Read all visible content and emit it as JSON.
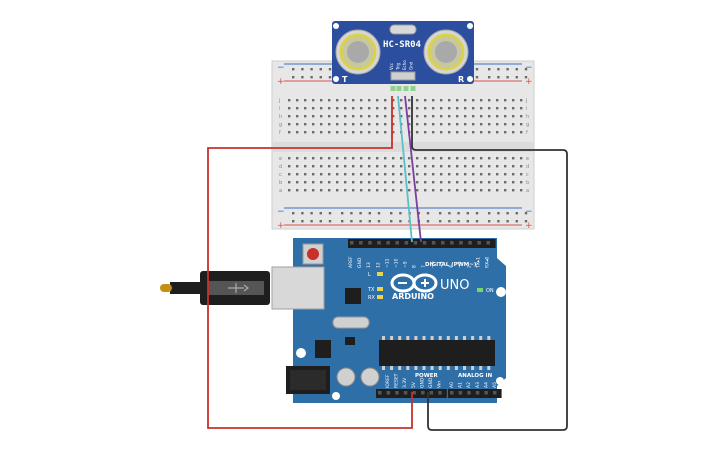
{
  "sensor": {
    "model": "HC-SR04",
    "left_mark": "T",
    "right_mark": "R",
    "pins": [
      "Vcc",
      "Trig",
      "Echo",
      "Gnd"
    ],
    "board_color": "#2b4f9e"
  },
  "breadboard": {
    "rail_plus": "+",
    "rail_minus": "−",
    "row_letters_top": [
      "j",
      "i",
      "h",
      "g",
      "f"
    ],
    "row_letters_bottom": [
      "e",
      "d",
      "c",
      "b",
      "a"
    ],
    "columns": 30
  },
  "arduino": {
    "brand": "ARDUINO",
    "model": "UNO",
    "digital_label": "DIGITAL (PWM~)",
    "power_label": "POWER",
    "analog_label": "ANALOG IN",
    "on_label": "ON",
    "led_labels": [
      "L",
      "TX",
      "RX"
    ],
    "digital_pins": [
      "AREF",
      "GND",
      "13",
      "12",
      "~11",
      "~10",
      "~9",
      "8",
      "7",
      "~6",
      "~5",
      "4",
      "~3",
      "2",
      "TX▸1",
      "RX◂0"
    ],
    "power_pins": [
      "IOREF",
      "RESET",
      "3.3V",
      "5V",
      "GND",
      "GND",
      "Vin"
    ],
    "analog_pins": [
      "A0",
      "A1",
      "A2",
      "A3",
      "A4",
      "A5"
    ],
    "board_color": "#2f6fa8"
  },
  "wires": [
    {
      "name": "vcc-to-5v",
      "color": "#c9302c"
    },
    {
      "name": "trig-to-pin-10",
      "color": "#5bc0c8"
    },
    {
      "name": "echo-to-pin-9",
      "color": "#7b3f9e"
    },
    {
      "name": "gnd-to-gnd",
      "color": "#333333"
    }
  ]
}
